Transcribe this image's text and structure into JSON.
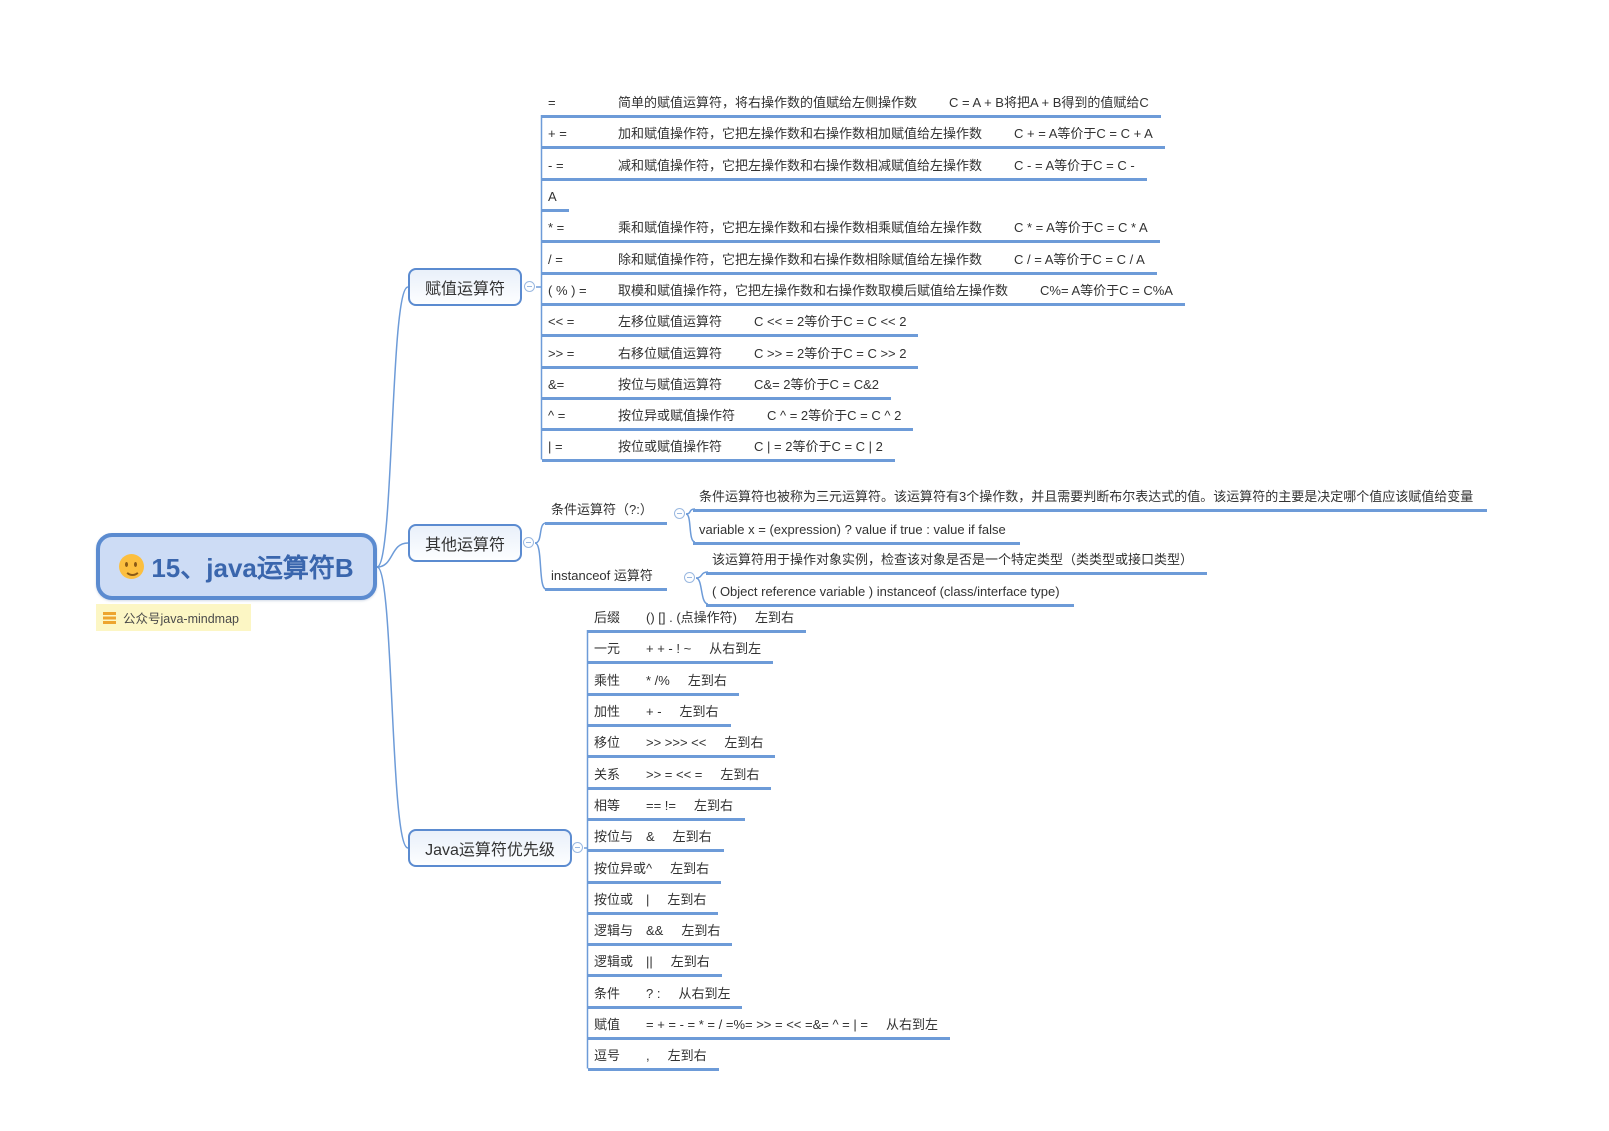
{
  "root": {
    "emoji": "smiley-icon",
    "title": "15、java运算符B",
    "note": "公众号java-mindmap"
  },
  "branches": {
    "assignment": {
      "label": "赋值运算符",
      "rows": [
        {
          "op": "=",
          "desc": "简单的赋值运算符，将右操作数的值赋给左侧操作数",
          "ex": "C = A + B将把A + B得到的值赋给C"
        },
        {
          "op": "+ =",
          "desc": "加和赋值操作符，它把左操作数和右操作数相加赋值给左操作数",
          "ex": "C + = A等价于C = C + A"
        },
        {
          "op": "- =",
          "desc": "减和赋值操作符，它把左操作数和右操作数相减赋值给左操作数",
          "ex": "C - = A等价于C = C -"
        },
        {
          "op": "A"
        },
        {
          "op": "* =",
          "desc": "乘和赋值操作符，它把左操作数和右操作数相乘赋值给左操作数",
          "ex": "C * = A等价于C = C * A"
        },
        {
          "op": "/ =",
          "desc": "除和赋值操作符，它把左操作数和右操作数相除赋值给左操作数",
          "ex": "C / = A等价于C = C / A"
        },
        {
          "op": "( % ) =",
          "desc": "取模和赋值操作符，它把左操作数和右操作数取模后赋值给左操作数",
          "ex": "C%= A等价于C = C%A"
        },
        {
          "op": "<< =",
          "desc": "左移位赋值运算符",
          "ex": "C << = 2等价于C = C << 2"
        },
        {
          "op": ">> =",
          "desc": "右移位赋值运算符",
          "ex": "C >> = 2等价于C = C >> 2"
        },
        {
          "op": "&=",
          "desc": "按位与赋值运算符",
          "ex": "C&= 2等价于C = C&2"
        },
        {
          "op": "^ =",
          "desc": "按位异或赋值操作符",
          "ex": "C ^ = 2等价于C = C ^ 2"
        },
        {
          "op": "| =",
          "desc": "按位或赋值操作符",
          "ex": "C | = 2等价于C = C | 2"
        }
      ]
    },
    "other": {
      "label": "其他运算符",
      "conditional": {
        "label": "条件运算符（?:）",
        "desc": "条件运算符也被称为三元运算符。该运算符有3个操作数，并且需要判断布尔表达式的值。该运算符的主要是决定哪个值应该赋值给变量",
        "syntax": "variable x = (expression) ? value if true : value if false"
      },
      "instanceof": {
        "label": "instanceof 运算符",
        "desc": "该运算符用于操作对象实例，检查该对象是否是一个特定类型（类类型或接口类型）",
        "syntax": "( Object reference variable ) instanceof  (class/interface type)"
      }
    },
    "precedence": {
      "label": "Java运算符优先级",
      "rows": [
        {
          "name": "后缀",
          "ops": "() [] . (点操作符)",
          "assoc": "左到右"
        },
        {
          "name": "一元",
          "ops": "+ + - ! ~",
          "assoc": "从右到左"
        },
        {
          "name": "乘性",
          "ops": "* /%",
          "assoc": "左到右"
        },
        {
          "name": "加性",
          "ops": "+ -",
          "assoc": "左到右"
        },
        {
          "name": "移位",
          "ops": ">> >>>  <<",
          "assoc": "左到右"
        },
        {
          "name": "关系",
          "ops": ">> = << =",
          "assoc": "左到右"
        },
        {
          "name": "相等",
          "ops": "== !=",
          "assoc": "左到右"
        },
        {
          "name": "按位与",
          "ops": "&",
          "assoc": "左到右"
        },
        {
          "name": "按位异或",
          "ops": "^",
          "assoc": "左到右"
        },
        {
          "name": "按位或",
          "ops": "|",
          "assoc": "左到右"
        },
        {
          "name": "逻辑与",
          "ops": "&&",
          "assoc": "左到右"
        },
        {
          "name": "逻辑或",
          "ops": "||",
          "assoc": "左到右"
        },
        {
          "name": "条件",
          "ops": "? :",
          "assoc": "从右到左"
        },
        {
          "name": "赋值",
          "ops": "= + = - = * = / =%= >> = << =&= ^ = | =",
          "assoc": "从右到左"
        },
        {
          "name": "逗号",
          "ops": ",",
          "assoc": "左到右"
        }
      ]
    }
  },
  "colors": {
    "line": "#6d9bd8",
    "node_border": "#5b8bd0",
    "root_fill": "#cddcf5",
    "root_text": "#3a66ad",
    "note_bg": "#fcf6c4",
    "note_icon": "#eda52f"
  }
}
